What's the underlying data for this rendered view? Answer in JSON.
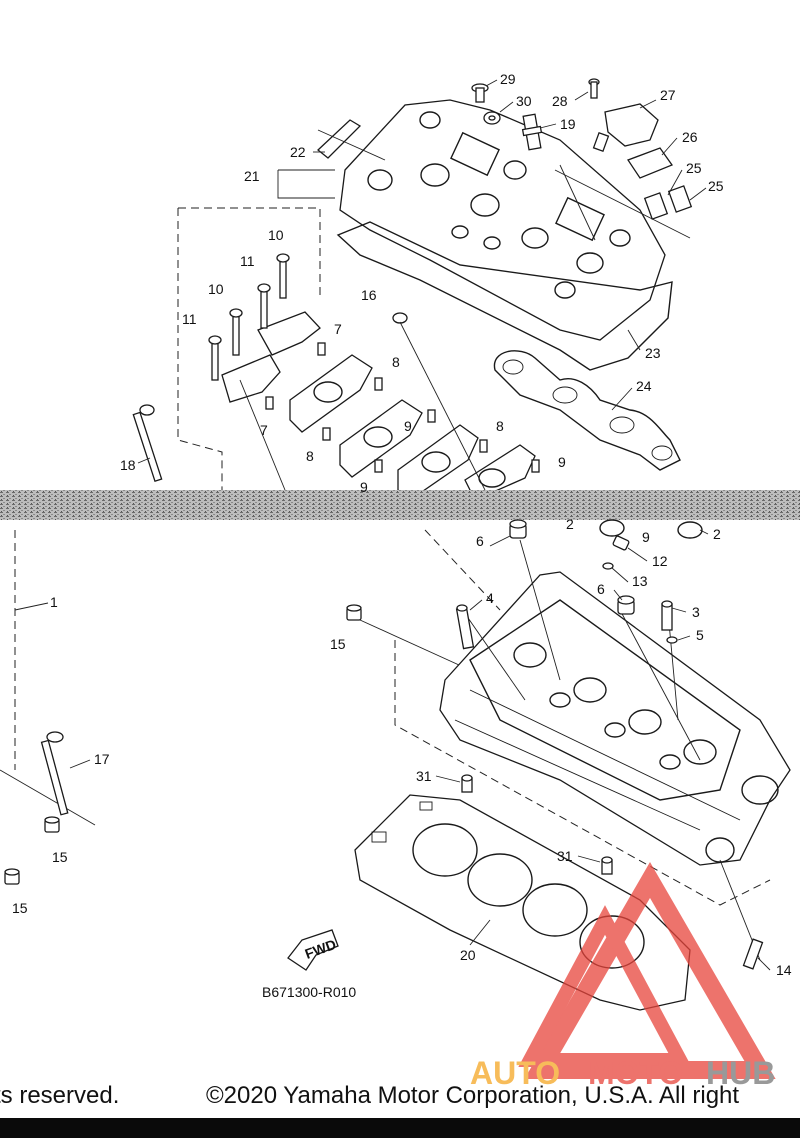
{
  "diagram": {
    "ref_code": "B671300-R010",
    "fwd_label": "FWD",
    "callouts": {
      "c1": "1",
      "c2a": "2",
      "c2b": "2",
      "c3": "3",
      "c4": "4",
      "c5": "5",
      "c6a": "6",
      "c6b": "6",
      "c7a": "7",
      "c7b": "7",
      "c8a": "8",
      "c8b": "8",
      "c8c": "8",
      "c9a": "9",
      "c9b": "9",
      "c9c": "9",
      "c9d": "9",
      "c10a": "10",
      "c10b": "10",
      "c11a": "11",
      "c11b": "11",
      "c12": "12",
      "c13": "13",
      "c14": "14",
      "c15a": "15",
      "c15b": "15",
      "c15c": "15",
      "c16": "16",
      "c17": "17",
      "c18": "18",
      "c19": "19",
      "c20": "20",
      "c21": "21",
      "c22": "22",
      "c23": "23",
      "c24": "24",
      "c25a": "25",
      "c25b": "25",
      "c26": "26",
      "c27": "27",
      "c28": "28",
      "c29": "29",
      "c30": "30",
      "c31a": "31",
      "c31b": "31"
    }
  },
  "watermark": {
    "part1": "AUTO",
    "part2": "MOTO",
    "part3": "HUB",
    "color_red": "#e8453c",
    "color_orange": "#f5a623",
    "color_gray": "#777777"
  },
  "footer": {
    "left_text": "ts reserved.",
    "right_text": "©2020 Yamaha Motor Corporation, U.S.A. All right"
  }
}
